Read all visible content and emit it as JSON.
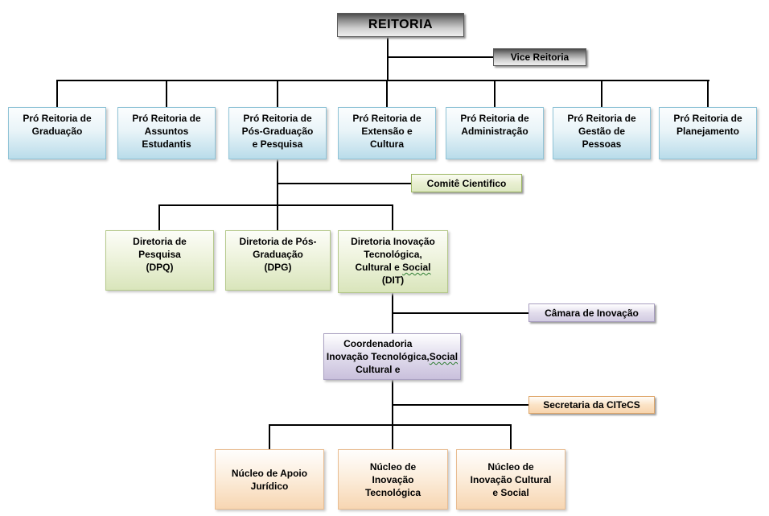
{
  "root": {
    "label": "REITORIA"
  },
  "vice_reitoria": {
    "label": "Vice Reitoria"
  },
  "pro_reitorias": [
    {
      "label": "Pró Reitoria de\nGraduação"
    },
    {
      "label": "Pró Reitoria de\nAssuntos\nEstudantis"
    },
    {
      "label": "Pró Reitoria de\nPós-Graduação\ne Pesquisa"
    },
    {
      "label": "Pró Reitoria de\nExtensão e\nCultura"
    },
    {
      "label": "Pró Reitoria de\nAdministração"
    },
    {
      "label": "Pró Reitoria de\nGestão de\nPessoas"
    },
    {
      "label": "Pró Reitoria de\nPlanejamento"
    }
  ],
  "comite_cientifico": {
    "label": "Comitê Cientifico"
  },
  "diretorias": [
    {
      "label": "Diretoria de\nPesquisa\n(DPQ)"
    },
    {
      "label": "Diretoria de Pós-\nGraduação\n(DPG)"
    },
    {
      "label": "Diretoria Inovação\nTecnológica,\nCultural e Social\n(DIT)"
    }
  ],
  "camara_inovacao": {
    "label": "Câmara de Inovação"
  },
  "coordenadoria": {
    "label": "Coordenadoria\nInovação Tecnológica,\nCultural e Social"
  },
  "secretaria_citecs": {
    "label": "Secretaria da CITeCS"
  },
  "nucleos": [
    {
      "label": "Núcleo de Apoio\nJurídico"
    },
    {
      "label": "Núcleo de\nInovação\nTecnológica"
    },
    {
      "label": "Núcleo de\nInovação Cultural\ne Social"
    }
  ],
  "colors": {
    "reitoria_fill_top": "#4c4c4c",
    "reitoria_fill_bottom": "#efefef",
    "pro_reitoria_fill": "#b9dcea",
    "pro_reitoria_border": "#8fc3d6",
    "diretoria_fill": "#d9e5bb",
    "diretoria_border": "#9cb662",
    "coordenadoria_fill": "#c9c0dc",
    "coordenadoria_border": "#aaa1c1",
    "nucleo_fill": "#f7d6b2",
    "nucleo_border": "#dfa76b",
    "connector": "#000000"
  }
}
